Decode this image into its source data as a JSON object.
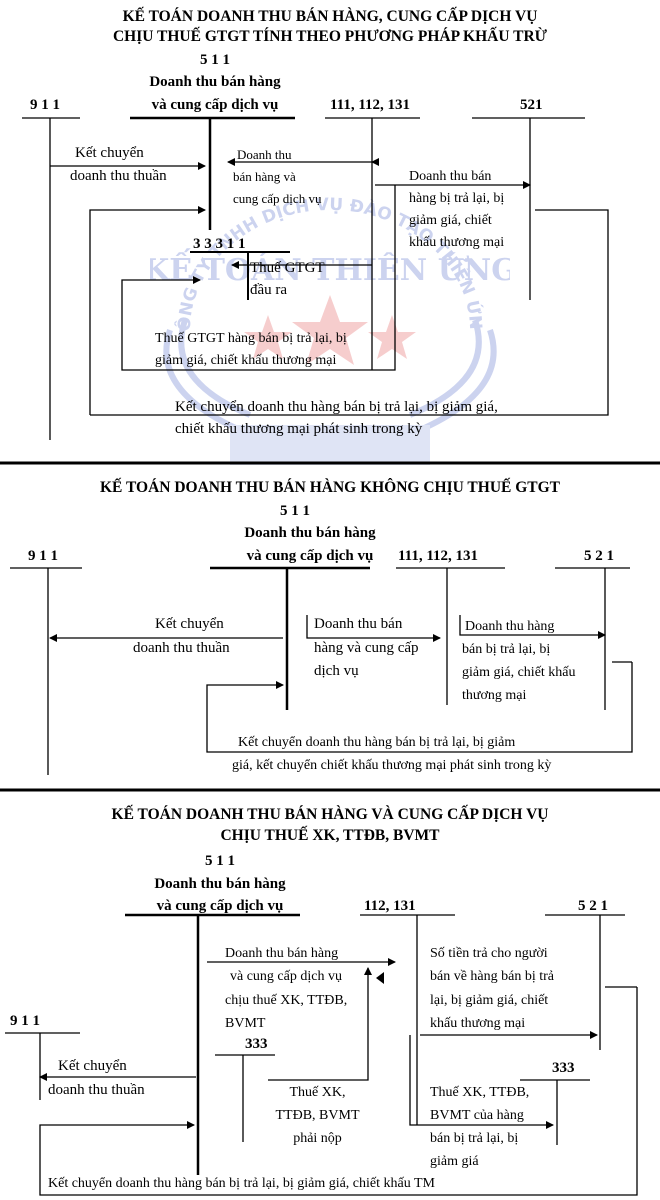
{
  "watermark": {
    "text_top": "CÔNG TY TNHH DỊCH VỤ ĐÀO TẠO THIÊN ỨNG",
    "text_mid": "KẾ TOÁN THIÊN ỨNG",
    "color": "#4a63c8",
    "star_color": "#e05050"
  },
  "section1": {
    "title_line1": "KẾ TOÁN DOANH THU BÁN HÀNG, CUNG CẤP DỊCH VỤ",
    "title_line2": "CHỊU THUẾ GTGT TÍNH THEO PHƯƠNG PHÁP KHẤU TRỪ",
    "acc_511_code": "5 1 1",
    "acc_511_name_1": "Doanh thu bán hàng",
    "acc_511_name_2": "và cung cấp dịch vụ",
    "acc_911": "9 1 1",
    "acc_cash": "111, 112, 131",
    "acc_521": "521",
    "acc_33311": "3 3 3 1 1",
    "transfer_1": "Kết chuyển",
    "transfer_2": "doanh thu thuần",
    "revenue_1": "Doanh thu",
    "revenue_2": "bán hàng và",
    "revenue_3": "cung cấp dịch vụ",
    "returns_1": "Doanh thu bán",
    "returns_2": "hàng bị trả lại, bị",
    "returns_3": "giảm giá, chiết",
    "returns_4": "khấu thương mại",
    "vat_out_1": "Thuế GTGT",
    "vat_out_2": "đầu ra",
    "vat_returns_1": "Thuế GTGT hàng bán bị trả lại, bị",
    "vat_returns_2": "giảm giá, chiết khấu thương mại",
    "transfer_returns_1": "Kết chuyển doanh thu hàng bán bị trả lại, bị giảm giá,",
    "transfer_returns_2": "chiết khấu thương mại phát sinh trong kỳ"
  },
  "section2": {
    "title": "KẾ TOÁN DOANH THU BÁN HÀNG KHÔNG CHỊU THUẾ GTGT",
    "acc_511_code": "5 1 1",
    "acc_511_name_1": "Doanh thu bán hàng",
    "acc_511_name_2": "và cung cấp dịch vụ",
    "acc_911": "9 1 1",
    "acc_cash": "111, 112, 131",
    "acc_521": "5 2 1",
    "transfer_1": "Kết chuyển",
    "transfer_2": "doanh thu thuần",
    "revenue_1": "Doanh thu bán",
    "revenue_2": "hàng và cung cấp",
    "revenue_3": "dịch vụ",
    "returns_1": "Doanh thu hàng",
    "returns_2": "bán bị trả lại, bị",
    "returns_3": "giảm giá, chiết khấu",
    "returns_4": "thương mại",
    "transfer_returns_1": "Kết chuyển doanh thu hàng bán bị trả lại, bị giảm",
    "transfer_returns_2": "giá, kết chuyển chiết khấu thương mại phát sinh trong kỳ"
  },
  "section3": {
    "title_line1": "KẾ TOÁN DOANH THU BÁN HÀNG VÀ CUNG CẤP DỊCH VỤ",
    "title_line2": "CHỊU THUẾ XK, TTĐB, BVMT",
    "acc_511_code": "5 1 1",
    "acc_511_name_1": "Doanh thu bán hàng",
    "acc_511_name_2": "và cung cấp dịch vụ",
    "acc_cash": "112, 131",
    "acc_521": "5 2 1",
    "acc_911": "9 1 1",
    "acc_333_left": "333",
    "acc_333_right": "333",
    "revenue_1": "Doanh thu bán hàng",
    "revenue_2": "và cung cấp dịch vụ",
    "revenue_3": "chịu thuế XK, TTĐB,",
    "revenue_4": "BVMT",
    "refund_1": "Số tiền trả cho người",
    "refund_2": "bán về  hàng bán bị trả",
    "refund_3": "lại, bị giảm giá, chiết",
    "refund_4": "khấu thương mại",
    "transfer_1": "Kết chuyển",
    "transfer_2": "doanh thu thuần",
    "tax_payable_1": "Thuế XK,",
    "tax_payable_2": "TTĐB, BVMT",
    "tax_payable_3": "phải nộp",
    "tax_returns_1": "Thuế XK, TTĐB,",
    "tax_returns_2": "BVMT của hàng",
    "tax_returns_3": "bán bị trả lại, bị",
    "tax_returns_4": "giảm giá",
    "transfer_returns": "Kết chuyển doanh thu hàng bán bị trả lại, bị giảm giá, chiết khấu TM"
  }
}
